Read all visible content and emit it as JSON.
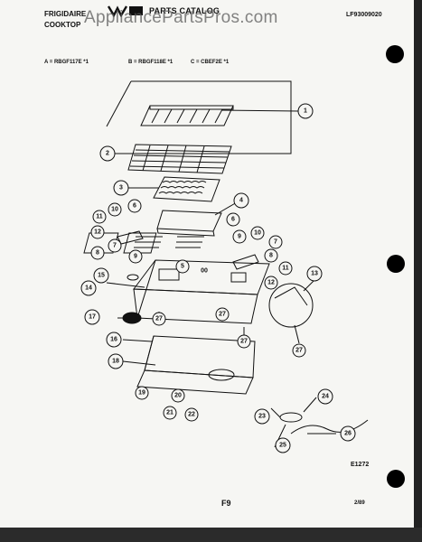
{
  "header": {
    "brand": "FRIGIDAIRE",
    "product": "COOKTOP",
    "catalog_title": "PARTS CATALOG",
    "catalog_number": "LF93009020"
  },
  "watermark": "AppliancePartsPros.com",
  "models": {
    "a": "A = RBGF117E *1",
    "b": "B = RBGF118E *1",
    "c": "C = CBEF2E *1"
  },
  "diagram": {
    "code": "E1272",
    "callouts": [
      "1",
      "2",
      "3",
      "4",
      "5",
      "6",
      "6",
      "7",
      "7",
      "8",
      "8",
      "9",
      "9",
      "10",
      "10",
      "11",
      "11",
      "12",
      "12",
      "13",
      "14",
      "15",
      "16",
      "17",
      "18",
      "19",
      "20",
      "21",
      "22",
      "23",
      "24",
      "25",
      "26",
      "27",
      "27",
      "27",
      "27"
    ],
    "inline_labels": [
      "00"
    ]
  },
  "footer": {
    "page": "F9",
    "date": "2/89"
  },
  "colors": {
    "ink": "#111111",
    "paper": "#f6f6f3"
  }
}
